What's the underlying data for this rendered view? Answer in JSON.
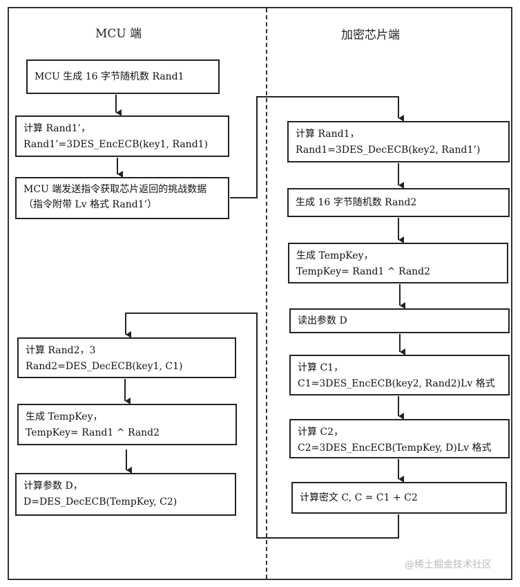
{
  "columns": {
    "left_title": "MCU 端",
    "right_title": "加密芯片端"
  },
  "left_boxes": {
    "b1": "MCU 生成 16 字节随机数 Rand1",
    "b2_l1": "计算 Rand1’，",
    "b2_l2": "Rand1’=3DES_EncECB(key1, Rand1)",
    "b3": "MCU 端发送指令获取芯片返回的挑战数据（指令附带 Lv 格式 Rand1’）",
    "b4_l1": "计算 Rand2，3",
    "b4_l2": "Rand2=DES_DecECB(key1, C1)",
    "b5_l1": "生成 TempKey，",
    "b5_l2": "TempKey= Rand1 ^ Rand2",
    "b6_l1": "计算参数 D，",
    "b6_l2": "D=DES_DecECB(TempKey, C2)"
  },
  "right_boxes": {
    "b1_l1": "计算 Rand1，",
    "b1_l2": "Rand1=3DES_DecECB(key2, Rand1’)",
    "b2": "生成 16 字节随机数 Rand2",
    "b3_l1": "生成 TempKey，",
    "b3_l2": "TempKey= Rand1 ^ Rand2",
    "b4": "读出参数 D",
    "b5_l1": "计算 C1，",
    "b5_l2": "C1=3DES_EncECB(key2, Rand2)Lv 格式",
    "b6_l1": "计算 C2，",
    "b6_l2": "C2=3DES_EncECB(TempKey, D)Lv 格式",
    "b7": "计算密文 C, C = C1 + C2"
  },
  "watermark": "@稀土掘金技术社区",
  "colors": {
    "line": "#222222",
    "watermark": "#b9b9b9"
  }
}
